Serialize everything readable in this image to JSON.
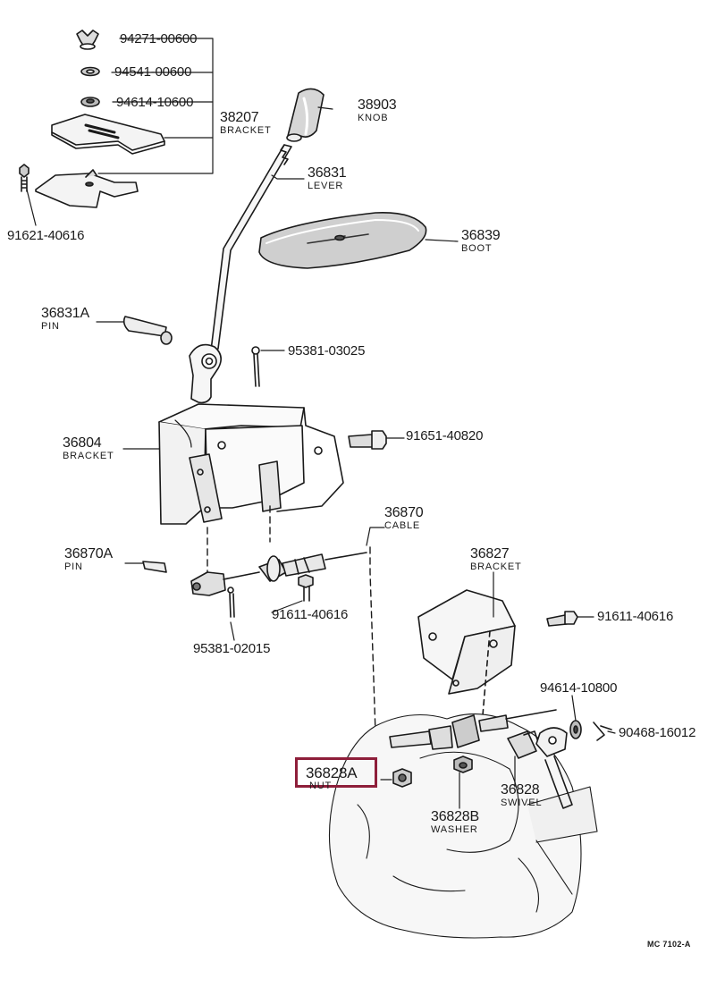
{
  "parts": [
    {
      "id": "p94271",
      "number": "94271-00600",
      "name": ""
    },
    {
      "id": "p94541",
      "number": "94541-00600",
      "name": ""
    },
    {
      "id": "p94614a",
      "number": "94614-10600",
      "name": ""
    },
    {
      "id": "p38207",
      "number": "38207",
      "name": "BRACKET"
    },
    {
      "id": "p91621",
      "number": "91621-40616",
      "name": ""
    },
    {
      "id": "p38903",
      "number": "38903",
      "name": "KNOB"
    },
    {
      "id": "p36831",
      "number": "36831",
      "name": "LEVER"
    },
    {
      "id": "p36839",
      "number": "36839",
      "name": "BOOT"
    },
    {
      "id": "p36831A",
      "number": "36831A",
      "name": "PIN"
    },
    {
      "id": "p95381a",
      "number": "95381-03025",
      "name": ""
    },
    {
      "id": "p36804",
      "number": "36804",
      "name": "BRACKET"
    },
    {
      "id": "p91651",
      "number": "91651-40820",
      "name": ""
    },
    {
      "id": "p36870",
      "number": "36870",
      "name": "CABLE"
    },
    {
      "id": "p36870A",
      "number": "36870A",
      "name": "PIN"
    },
    {
      "id": "p91611a",
      "number": "91611-40616",
      "name": ""
    },
    {
      "id": "p95381b",
      "number": "95381-02015",
      "name": ""
    },
    {
      "id": "p36827",
      "number": "36827",
      "name": "BRACKET"
    },
    {
      "id": "p91611b",
      "number": "91611-40616",
      "name": ""
    },
    {
      "id": "p94614b",
      "number": "94614-10800",
      "name": ""
    },
    {
      "id": "p90468",
      "number": "90468-16012",
      "name": ""
    },
    {
      "id": "p36828A",
      "number": "36828A",
      "name": "NUT"
    },
    {
      "id": "p36828B",
      "number": "36828B",
      "name": "WASHER"
    },
    {
      "id": "p36828",
      "number": "36828",
      "name": "SWIVEL"
    }
  ],
  "highlight": {
    "part": "36828A",
    "color": "#8e1e3a"
  },
  "diagram_code": "MC 7102-A"
}
